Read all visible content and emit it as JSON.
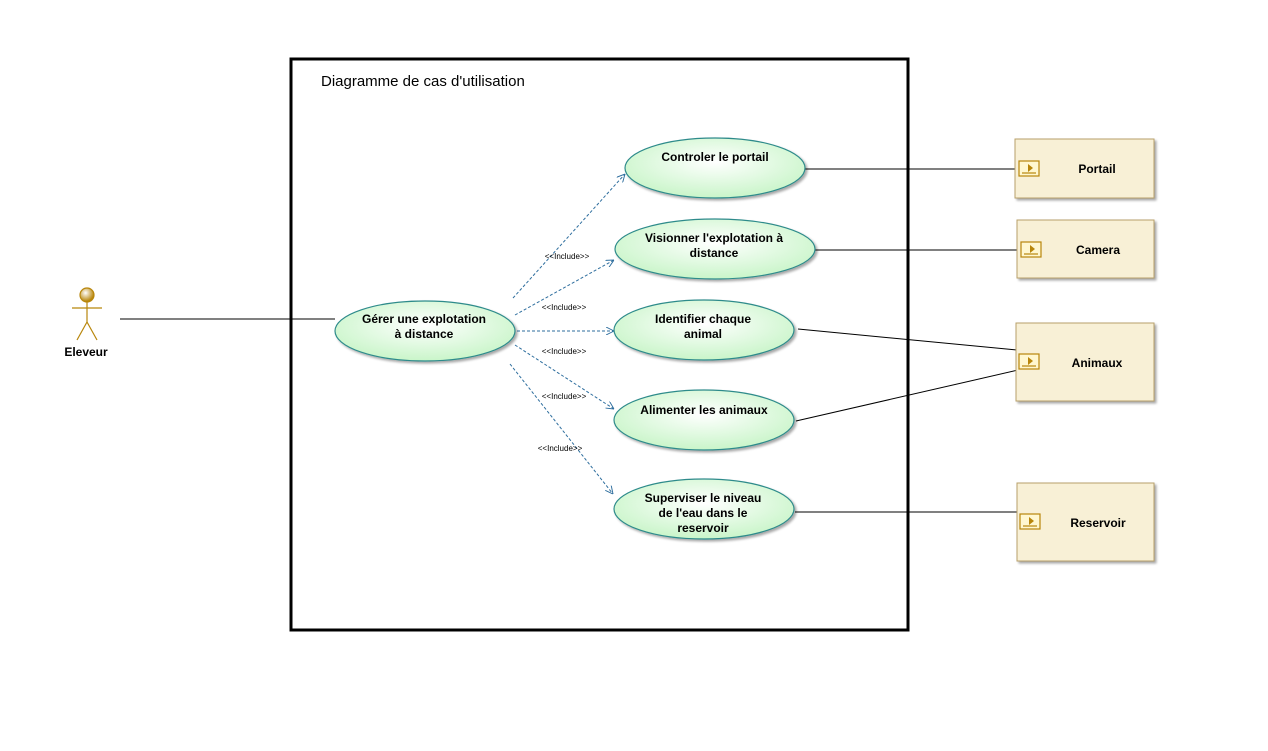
{
  "system": {
    "title": "Diagramme de cas d'utilisation"
  },
  "actor": {
    "label": "Eleveur"
  },
  "main_use_case": {
    "lines": [
      "Gérer une explotation",
      "à distance"
    ]
  },
  "use_cases": [
    {
      "lines": [
        "Controler le portail"
      ]
    },
    {
      "lines": [
        "Visionner l'explotation à",
        "distance"
      ]
    },
    {
      "lines": [
        "Identifier chaque",
        "animal"
      ]
    },
    {
      "lines": [
        "Alimenter les animaux"
      ]
    },
    {
      "lines": [
        "Superviser le niveau",
        "de l'eau dans le",
        "reservoir"
      ]
    }
  ],
  "include_label": "<<Include>>",
  "blocks": [
    {
      "label": "Portail"
    },
    {
      "label": "Camera"
    },
    {
      "label": "Animaux"
    },
    {
      "label": "Reservoir"
    }
  ],
  "colors": {
    "usecase_fill": "#c9f5c9",
    "usecase_stroke": "#2e8b8b",
    "include_stroke": "#2e6e9e",
    "block_fill": "#f8f0d6",
    "block_stroke": "#b8a06a",
    "actor_stroke": "#b8860b"
  }
}
